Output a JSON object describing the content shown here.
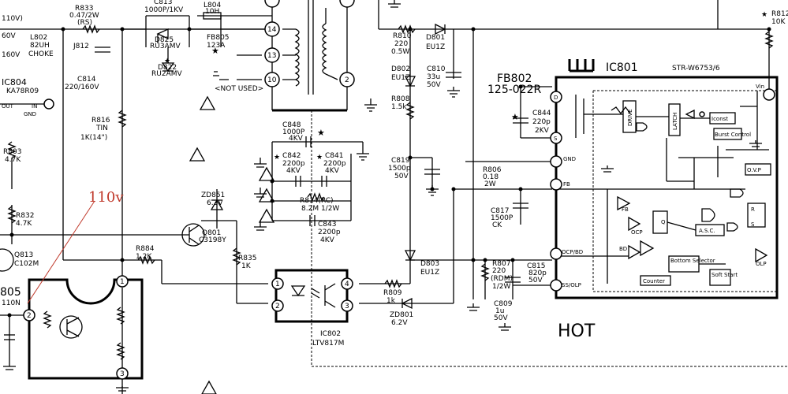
{
  "labels": {
    "v110_top": "110V)",
    "r833": "R833",
    "r833_val": "0.47/2W",
    "r833_rs": "(RS)",
    "c813": "C813",
    "c813_val": "1000P/1KV",
    "l804": "L804",
    "l804_val": "10H",
    "l802": "L802",
    "l802_val": "82UH",
    "l802_choke": "CHOKE",
    "v160": "160V",
    "v60": "60V",
    "j812": "J812",
    "d825": "D825",
    "d825_val": "RU3AMV",
    "d822": "D822",
    "d822_val": "RU2AMV",
    "fb805": "FB805",
    "fb805_val": "123A",
    "not_used": "<NOT USED>",
    "ic804": "IC804",
    "ic804_part": "KA78R09",
    "out": "OUT",
    "gnd": "GND",
    "in": "IN",
    "c814": "C814",
    "c814_val": "220/160V",
    "r816": "R816",
    "r816_tin": "TIN",
    "r816_val": "1K(14\")",
    "r803": "R803",
    "r803_val": "4.7K",
    "r832": "R832",
    "r832_val": "4.7K",
    "q813": "Q813",
    "q813_val": "C102M",
    "v110_red": "110v",
    "ic805_frag": "805",
    "ic805_val": "110N",
    "zd851": "ZD851",
    "zd851_val": "6.2V",
    "q801": "Q801",
    "q801_val": "C3198Y",
    "r884": "R884",
    "r884_val": "1.2K",
    "r835": "R835",
    "r835_val": "1K",
    "c848": "C848",
    "c848_val": "1000P",
    "c848_v": "4KV",
    "c842": "C842",
    "c842_val": "2200p",
    "c842_v": "4KV",
    "c841": "C841",
    "c841_val": "2200p",
    "c841_v": "4KV",
    "r814": "R814(RC)",
    "r814_val": "8.2M 1/2W",
    "c843": "C843",
    "c843_val": "2200p",
    "c843_v": "4KV",
    "ic802": "IC802",
    "ic802_part": "LTV817M",
    "r810": "R810",
    "r810_val": "220",
    "r810_w": "0.5W",
    "d801": "D801",
    "d801_val": "EU1Z",
    "d802": "D802",
    "d802_val": "EU1Z",
    "c810": "C810",
    "c810_val": "33u",
    "c810_v": "50V",
    "r808": "R808",
    "r808_val": "1.5k",
    "c819": "C819",
    "c819_val": "1500p",
    "c819_v": "50V",
    "d803": "D803",
    "d803_val": "EU1Z",
    "r809": "R809",
    "r809_val": "1k",
    "zd801": "ZD801",
    "zd801_val": "6.2V",
    "fb802": "FB802",
    "fb802_val": "125-022R",
    "c844": "C844",
    "c844_val": "220p",
    "c844_v": "2KV",
    "r806": "R806",
    "r806_val": "0.18",
    "r806_w": "2W",
    "c817": "C817",
    "c817_val": "1500P",
    "c817_ck": "CK",
    "r807": "R807",
    "r807_val": "220",
    "r807_rdm": "(RDM)",
    "r807_w": "1/2W",
    "c815": "C815",
    "c815_val": "820p",
    "c815_v": "50V",
    "c809": "C809",
    "c809_val": "1u",
    "c809_v": "50V",
    "ic801": "IC801",
    "ic801_part": "STR-W6753/6",
    "r812": "R812",
    "r812_val": "10K",
    "hot": "HOT",
    "pin_d": "D",
    "pin_s": "S",
    "pin_gnd": "GND",
    "pin_fb": "FB",
    "pin_ocp": "OCP/BD",
    "pin_ss": "SS/OLP",
    "pin_vin": "Vin",
    "blk_drive": "DRIVE",
    "blk_latch": "LATCH",
    "blk_iconst": "Iconst",
    "blk_burst": "Burst Control",
    "blk_ovp": "O.V.P",
    "blk_ocp": "OCP",
    "blk_bd": "BD",
    "blk_bottom": "Bottom Selector",
    "blk_counter": "Counter",
    "blk_soft": "Soft Start",
    "blk_olp": "OLP",
    "blk_asc": "A.S.C.",
    "blk_fb": "FB",
    "blk_q": "Q",
    "blk_r": "R",
    "blk_s": "S",
    "n14": "14",
    "n13": "13",
    "n10": "10",
    "n2": "2",
    "p1": "1",
    "p2": "2",
    "p3": "3",
    "p4": "4"
  }
}
